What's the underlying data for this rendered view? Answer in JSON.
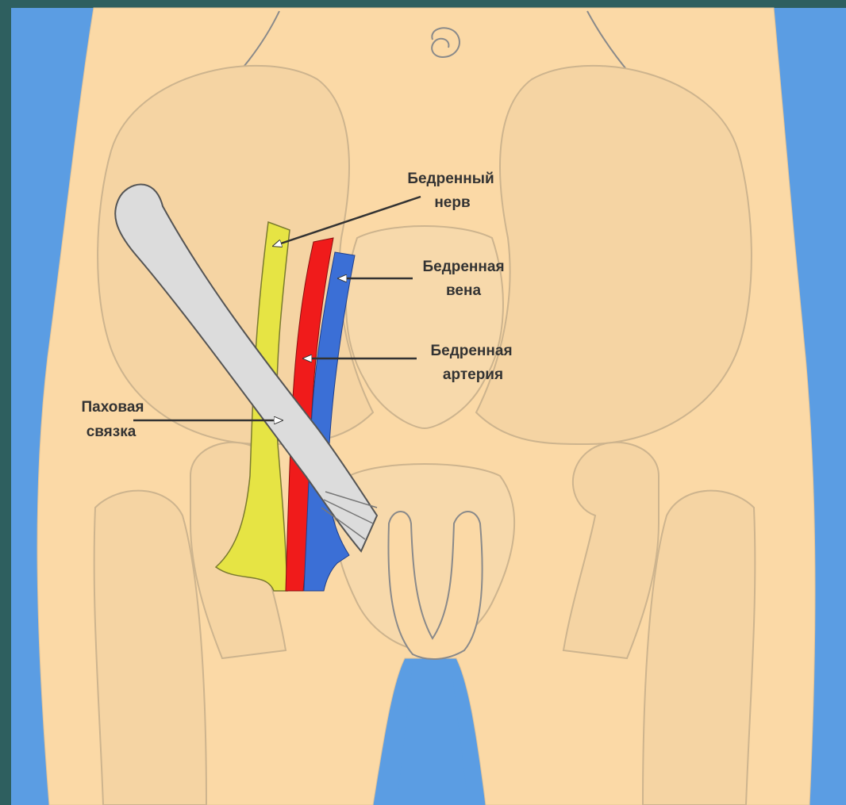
{
  "labels": {
    "femoral_nerve": [
      "Бедренный",
      "нерв"
    ],
    "femoral_vein": [
      "Бедренная",
      "вена"
    ],
    "femoral_artery": [
      "Бедренная",
      "артерия"
    ],
    "inguinal_ligament": [
      "Паховая",
      "связка"
    ]
  },
  "colors": {
    "slide_background": "#2e5f5f",
    "image_background": "#5b9de3",
    "skin": "#fbd9a6",
    "bone": "#f5d4a3",
    "outline": "#c9b08b",
    "nerve": "#e6e444",
    "artery": "#f01b1b",
    "vein": "#3b6fd6",
    "ligament": "#dcdcdc",
    "arrow": "#333333"
  }
}
